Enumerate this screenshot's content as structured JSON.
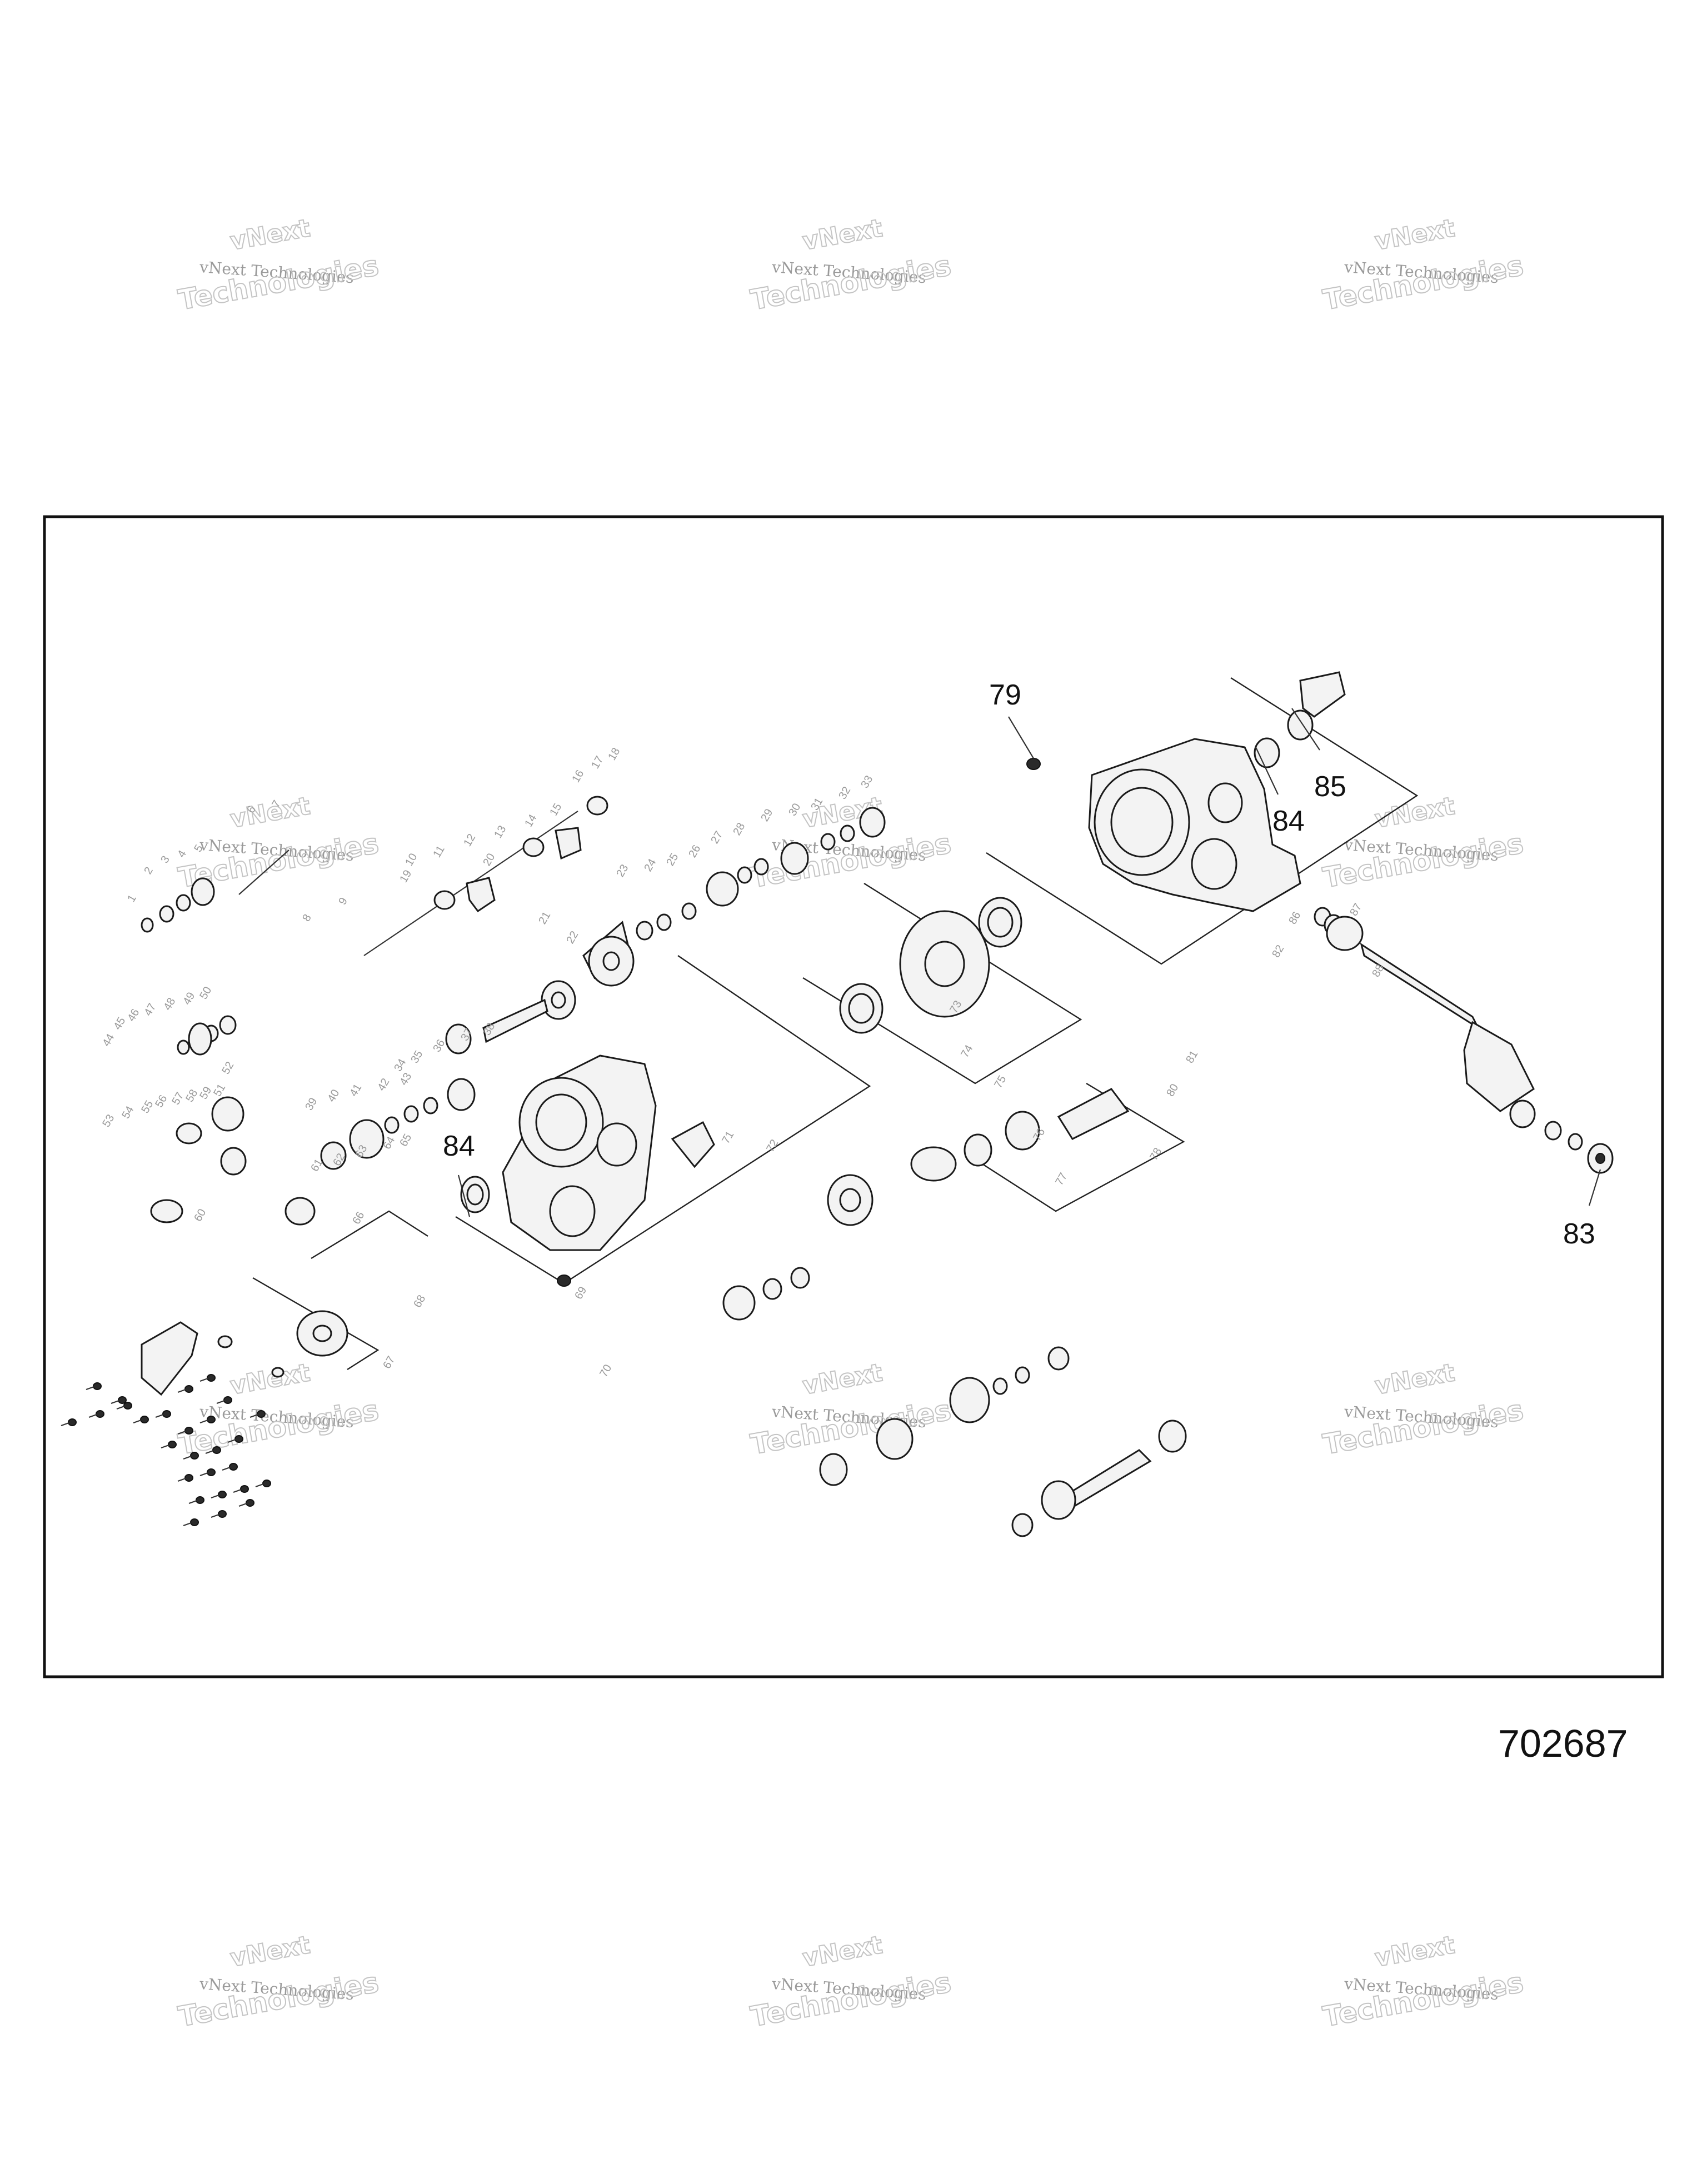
{
  "diagram_number": "702687",
  "callouts_prominent": [
    "79",
    "84",
    "85",
    "84",
    "83"
  ],
  "callouts_faint": [
    "1",
    "2",
    "3",
    "4",
    "5",
    "6",
    "7",
    "8",
    "9",
    "10",
    "11",
    "12",
    "13",
    "14",
    "15",
    "16",
    "17",
    "18",
    "19",
    "20",
    "21",
    "22",
    "23",
    "24",
    "25",
    "26",
    "27",
    "28",
    "29",
    "30",
    "31",
    "32",
    "33",
    "34",
    "35",
    "36",
    "37",
    "38",
    "39",
    "40",
    "41",
    "42",
    "43",
    "44",
    "45",
    "46",
    "47",
    "48",
    "49",
    "50",
    "51",
    "52",
    "53",
    "54",
    "55",
    "56",
    "57",
    "58",
    "59",
    "60",
    "61",
    "62",
    "63",
    "64",
    "65",
    "66",
    "67",
    "68",
    "69",
    "70",
    "71",
    "72",
    "73",
    "74",
    "75",
    "76",
    "77",
    "78",
    "80",
    "81",
    "82",
    "86",
    "87",
    "88"
  ],
  "watermark_lines": [
    "vNext",
    "vNext Technologies",
    "Technologies"
  ]
}
